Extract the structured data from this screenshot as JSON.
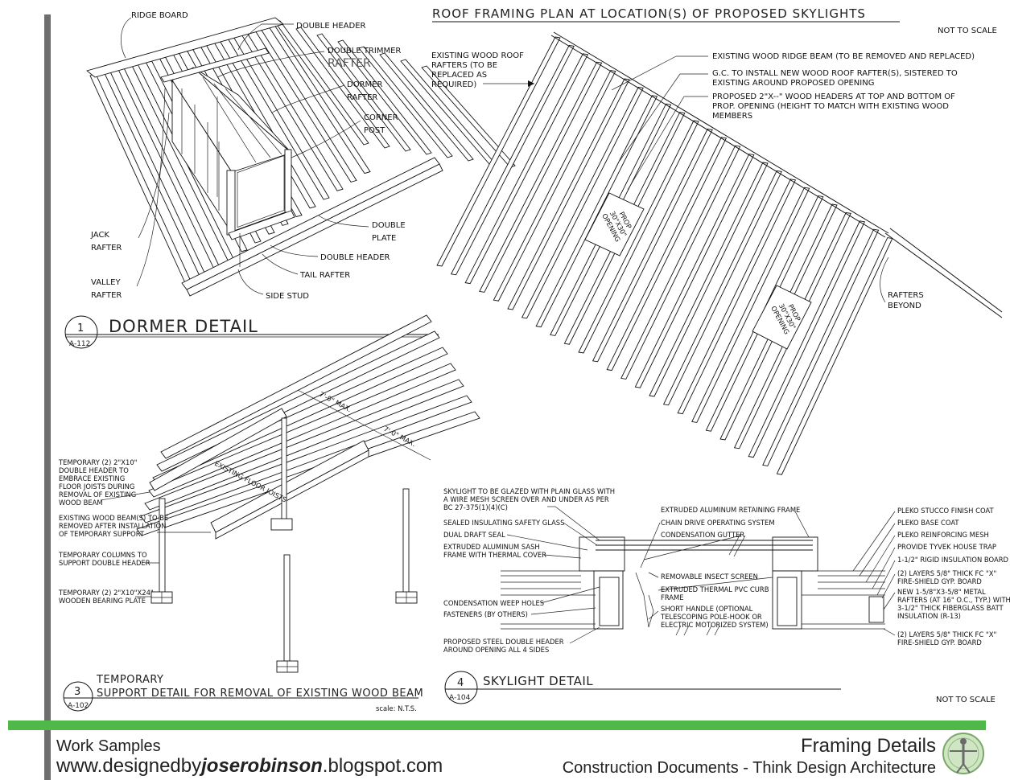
{
  "sheet": {
    "accent_color": "#4fb848",
    "border_gray": "#6e6e6e",
    "not_to_scale": "NOT TO SCALE"
  },
  "dormer": {
    "labels": {
      "ridge_board": "RIDGE BOARD",
      "double_header_top": "DOUBLE HEADER",
      "double_trimmer_1": "DOUBLE TRIMMER",
      "double_trimmer_2": "RAFTER",
      "dormer_1": "DORMER",
      "dormer_2": "RAFTER",
      "corner_1": "CORNER",
      "corner_2": "POST",
      "jack_1": "JACK",
      "jack_2": "RAFTER",
      "double_plate_1": "DOUBLE",
      "double_plate_2": "PLATE",
      "double_header_bottom": "DOUBLE HEADER",
      "tail_rafter": "TAIL RAFTER",
      "valley_1": "VALLEY",
      "valley_2": "RAFTER",
      "side_stud": "SIDE STUD"
    },
    "title": "DORMER DETAIL",
    "number": "1",
    "ref": "A-112"
  },
  "roof": {
    "title": "ROOF FRAMING PLAN AT LOCATION(S) OF PROPOSED SKYLIGHTS",
    "existing_1": "EXISTING WOOD ROOF",
    "existing_2": "RAFTERS (TO BE",
    "existing_3": "REPLACED AS",
    "existing_4": "REQUIRED)",
    "ridge_beam": "EXISTING WOOD RIDGE BEAM (TO BE REMOVED AND REPLACED)",
    "gc_1": "G.C. TO INSTALL NEW WOOD ROOF RAFTER(S), SISTERED TO",
    "gc_2": "EXISTING AROUND PROPOSED OPENING",
    "headers_1": "PROPOSED 2\"X--\" WOOD HEADERS AT TOP AND BOTTOM OF",
    "headers_2": "PROP. OPENING (HEIGHT TO MATCH WITH EXISTING WOOD",
    "headers_3": "MEMBERS",
    "opening_1": "PROP",
    "opening_2": "30\"X30\"",
    "opening_3": "OPENING",
    "beyond_1": "RAFTERS",
    "beyond_2": "BEYOND"
  },
  "support": {
    "dim_1": "7'-0\" MAX.",
    "dim_2": "7'-0\" MAX.",
    "joists": "EXISTING FLOOR JOISTS",
    "temp_header": [
      "TEMPORARY (2) 2\"X10\"",
      "DOUBLE HEADER TO",
      "EMBRACE EXISTING",
      "FLOOR JOISTS DURING",
      "REMOVAL OF EXISTING",
      "WOOD BEAM"
    ],
    "existing_beam": [
      "EXISTING WOOD BEAM(S) TO BE",
      "REMOVED AFTER INSTALLATION",
      "OF TEMPORARY SUPPORT"
    ],
    "temp_columns": [
      "TEMPORARY COLUMNS TO",
      "SUPPORT DOUBLE HEADER"
    ],
    "bearing_plate": [
      "TEMPORARY (2) 2\"X10\"X24\"",
      "WOODEN BEARING PLATE"
    ],
    "title_1": "TEMPORARY",
    "title_2": "SUPPORT DETAIL FOR REMOVAL OF EXISTING WOOD BEAM",
    "number": "3",
    "ref": "A-102",
    "scale": "scale: N.T.S."
  },
  "skylight": {
    "left": [
      [
        "SKYLIGHT TO BE GLAZED WITH PLAIN GLASS WITH",
        "A WIRE MESH SCREEN OVER AND UNDER AS PER",
        "BC 27-375(1)(4)(C)"
      ],
      [
        "SEALED INSULATING SAFETY GLASS"
      ],
      [
        "DUAL DRAFT SEAL"
      ],
      [
        "EXTRUDED ALUMINUM SASH",
        "FRAME WITH THERMAL COVER"
      ],
      [
        "CONDENSATION WEEP HOLES"
      ],
      [
        "FASTENERS (BY OTHERS)"
      ],
      [
        "PROPOSED STEEL DOUBLE HEADER",
        "AROUND OPENING ALL 4 SIDES"
      ]
    ],
    "middle": [
      [
        "EXTRUDED ALUMINUM RETAINING FRAME"
      ],
      [
        "CHAIN DRIVE OPERATING SYSTEM"
      ],
      [
        "CONDENSATION GUTTER"
      ],
      [
        "REMOVABLE INSECT SCREEN"
      ],
      [
        "EXTRUDED THERMAL PVC CURB",
        "FRAME"
      ],
      [
        "SHORT HANDLE (OPTIONAL",
        "TELESCOPING POLE-HOOK OR",
        "ELECTRIC MOTORIZED SYSTEM)"
      ]
    ],
    "right": [
      [
        "PLEKO STUCCO FINISH COAT"
      ],
      [
        "PLEKO BASE COAT"
      ],
      [
        "PLEKO REINFORCING MESH"
      ],
      [
        "PROVIDE TYVEK HOUSE TRAP"
      ],
      [
        "1-1/2\" RIGID INSULATION  BOARD"
      ],
      [
        "(2) LAYERS 5/8\" THICK FC \"X\"",
        "FIRE-SHIELD GYP. BOARD"
      ],
      [
        "NEW 1-5/8\"X3-5/8\" METAL",
        "RAFTERS (AT 16\" O.C., TYP.) WITH",
        "3-1/2\" THICK FIBERGLASS BATT",
        "INSULATION (R-13)"
      ],
      [
        "(2) LAYERS 5/8\" THICK FC \"X\"",
        "FIRE-SHIELD GYP. BOARD"
      ]
    ],
    "title": "SKYLIGHT DETAIL",
    "number": "4",
    "ref": "A-104"
  },
  "footer": {
    "work_samples": "Work Samples",
    "url_pre": "www.designedby",
    "url_bold": "joserobinson",
    "url_post": ".blogspot.com",
    "title": "Framing Details",
    "subtitle": "Construction Documents - Think Design Architecture"
  }
}
